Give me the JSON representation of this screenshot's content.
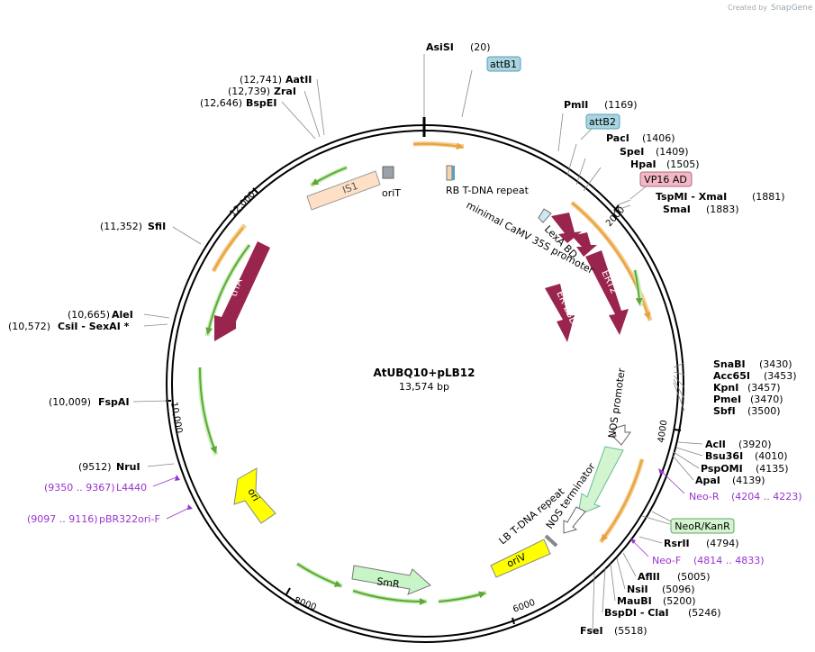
{
  "brand": {
    "created_by": "Created by",
    "name": "SnapGene"
  },
  "plasmid": {
    "name": "AtUBQ10+pLB12",
    "length": "13,574 bp"
  },
  "ticks": [
    {
      "label": "2000"
    },
    {
      "label": "4000"
    },
    {
      "label": "6000"
    },
    {
      "label": "8000"
    },
    {
      "label": "10,000"
    },
    {
      "label": "12,000"
    }
  ],
  "site_labels": [
    {
      "name": "AsiSI",
      "pos": "(20)"
    },
    {
      "name": "PmlI",
      "pos": "(1169)"
    },
    {
      "name": "PacI",
      "pos": "(1406)"
    },
    {
      "name": "SpeI",
      "pos": "(1409)"
    },
    {
      "name": "HpaI",
      "pos": "(1505)"
    },
    {
      "name": "TspMI - XmaI",
      "pos": "(1881)"
    },
    {
      "name": "SmaI",
      "pos": "(1883)"
    },
    {
      "name": "SnaBI",
      "pos": "(3430)"
    },
    {
      "name": "Acc65I",
      "pos": "(3453)"
    },
    {
      "name": "KpnI",
      "pos": "(3457)"
    },
    {
      "name": "PmeI",
      "pos": "(3470)"
    },
    {
      "name": "SbfI",
      "pos": "(3500)"
    },
    {
      "name": "AclI",
      "pos": "(3920)"
    },
    {
      "name": "Bsu36I",
      "pos": "(4010)"
    },
    {
      "name": "PspOMI",
      "pos": "(4135)"
    },
    {
      "name": "ApaI",
      "pos": "(4139)"
    },
    {
      "name": "RsrII",
      "pos": "(4794)"
    },
    {
      "name": "AflII",
      "pos": "(5005)"
    },
    {
      "name": "NsiI",
      "pos": "(5096)"
    },
    {
      "name": "MauBI",
      "pos": "(5200)"
    },
    {
      "name": "BspDI - ClaI",
      "pos": "(5246)"
    },
    {
      "name": "FseI",
      "pos": "(5518)"
    },
    {
      "name": "NruI",
      "pos": "(9512)"
    },
    {
      "name": "FspAI",
      "pos": "(10,009)"
    },
    {
      "name": "CsiI - SexAI *",
      "pos": "(10,572)"
    },
    {
      "name": "AleI",
      "pos": "(10,665)"
    },
    {
      "name": "SfiI",
      "pos": "(11,352)"
    },
    {
      "name": "BspEI",
      "pos": "(12,646)"
    },
    {
      "name": "ZraI",
      "pos": "(12,739)"
    },
    {
      "name": "AatII",
      "pos": "(12,741)"
    }
  ],
  "primers": [
    {
      "text": "Neo-R",
      "pos": "(4204 .. 4223)"
    },
    {
      "text": "Neo-F",
      "pos": "(4814 .. 4833)"
    },
    {
      "text": "(9350 .. 9367)",
      "pos": "L4440"
    },
    {
      "text": "(9097 .. 9116)",
      "pos": "pBR322ori-F"
    }
  ],
  "boxed_labels": [
    {
      "text": "attB1"
    },
    {
      "text": "attB2"
    },
    {
      "text": "VP16 AD"
    },
    {
      "text": "NeoR/KanR"
    }
  ],
  "features": [
    {
      "text": "RB T-DNA repeat"
    },
    {
      "text": "minimal CaMV 35S promoter"
    },
    {
      "text": "LexA BD"
    },
    {
      "text": "ERT2"
    },
    {
      "text": "ER-LBD"
    },
    {
      "text": "NOS promoter"
    },
    {
      "text": "NOS terminator"
    },
    {
      "text": "LB T-DNA repeat"
    },
    {
      "text": "oriV"
    },
    {
      "text": "SmR"
    },
    {
      "text": "ori"
    },
    {
      "text": "trfA"
    },
    {
      "text": "IS1"
    },
    {
      "text": "oriT"
    }
  ],
  "colors": {
    "backbone": "#000000",
    "site_label": "#000000",
    "primer": "#9933cc",
    "cds": "#99254f",
    "att_box": "#a8d5e0",
    "vp16_box": "#f2b8c6",
    "neo_box": "#d2f5cf",
    "is1": "#fde0c5",
    "orit": "#9aa0a6",
    "smr": "#c8f5c8",
    "ori_yellow": "#ffff00",
    "orange_arc": "#e8a23c",
    "green_arc": "#5ea83a"
  }
}
